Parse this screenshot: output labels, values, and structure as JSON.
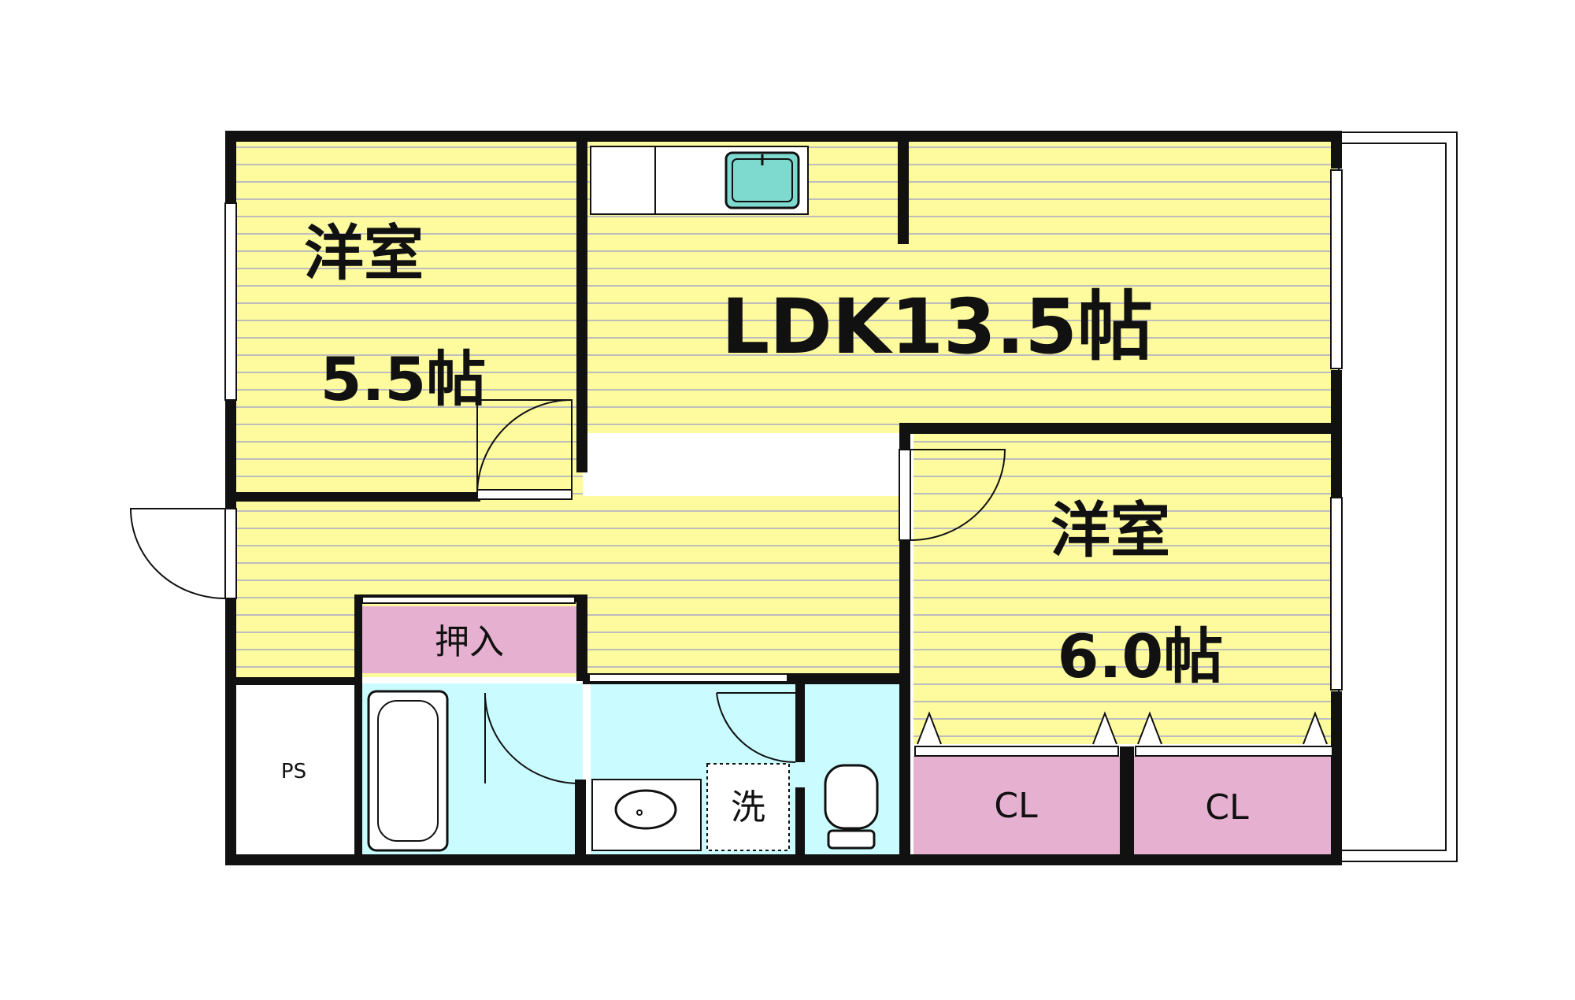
{
  "rooms": {
    "western_room_1": {
      "name": "洋室",
      "size": "5.5帖"
    },
    "ldk": {
      "label": "LDK13.5帖"
    },
    "western_room_2": {
      "name": "洋室",
      "size": "6.0帖"
    },
    "oshiire": {
      "label": "押入"
    },
    "closet_1": {
      "label": "CL"
    },
    "closet_2": {
      "label": "CL"
    },
    "pipe_space": {
      "label": "PS"
    },
    "washer": {
      "label": "洗"
    }
  },
  "colors": {
    "floor_yellow": "#fdfb9d",
    "stripe": "#bdbdbd",
    "wet_area": "#c9fbff",
    "storage_pink": "#e6b0d0",
    "wall": "#111111",
    "sink_teal": "#7ed9cf"
  }
}
